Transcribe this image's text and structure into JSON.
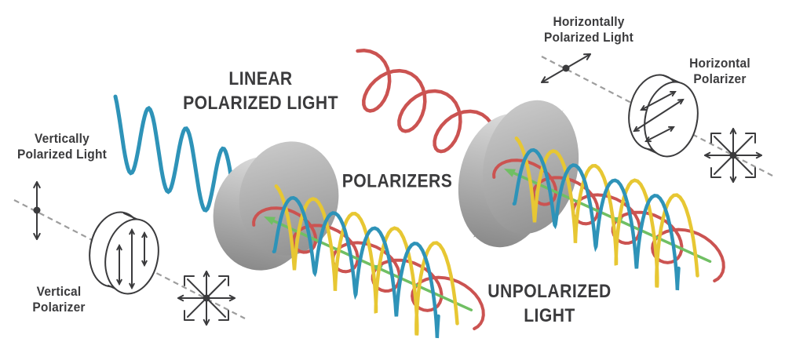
{
  "diagram": {
    "title_linear": {
      "line1": "LINEAR",
      "line2": "POLARIZED LIGHT"
    },
    "title_polarizers": "POLARIZERS",
    "title_unpolarized": {
      "line1": "UNPOLARIZED",
      "line2": "LIGHT"
    },
    "label_vertically_polarized": {
      "line1": "Vertically",
      "line2": "Polarized Light"
    },
    "label_vertical_polarizer": {
      "line1": "Vertical",
      "line2": "Polarizer"
    },
    "label_horizontally_polarized": {
      "line1": "Horizontally",
      "line2": "Polarized Light"
    },
    "label_horizontal_polarizer": {
      "line1": "Horizontal",
      "line2": "Polarizer"
    }
  },
  "icons": {
    "vertical_polarization_icon": "double-headed vertical arrow with center dot",
    "horizontal_polarization_icon": "double-headed diagonal arrow with center dot",
    "unpolarized_light_icon": "eight-direction arrow star with center dot",
    "vertical_polarizer_disk_icon": "wireframe disk with three vertical double arrows",
    "horizontal_polarizer_disk_icon": "wireframe disk with three diagonal double arrows"
  },
  "colors": {
    "background": "#ffffff",
    "text": "#3b3b3d",
    "icon_stroke": "#3b3b3d",
    "dashed_axis": "#9d9d9d",
    "wave_blue": "#2e93b8",
    "wave_red": "#cb5351",
    "wave_yellow": "#e7c733",
    "wave_green": "#70bf63",
    "disk_face_light": "#cbcbcb",
    "disk_face_dark": "#949494",
    "disk_rim_light": "#dcdcdc",
    "disk_rim_dark": "#8a8a8a"
  }
}
